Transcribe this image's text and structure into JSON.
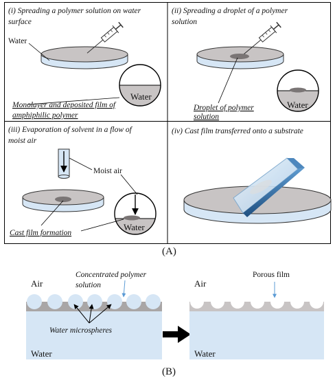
{
  "panel_a": {
    "panel_i": {
      "caption_line1": "(i) Spreading a polymer solution on water",
      "caption_line2": "surface",
      "water_label": "Water",
      "inset_label": "Water",
      "note_line1": "Monolayer and deposited film of",
      "note_line2": "amphiphilic polymer"
    },
    "panel_ii": {
      "caption_line1": "(ii) Spreading a droplet of a polymer",
      "caption_line2": "solution",
      "inset_label": "Water",
      "note_line1": "Droplet of polymer",
      "note_line2": "solution"
    },
    "panel_iii": {
      "caption_line1": "(iii) Evaporation of solvent in a flow of",
      "caption_line2": "moist air",
      "moist_air_label": "Moist air",
      "inset_label": "Water",
      "note": "Cast film formation"
    },
    "panel_iv": {
      "caption": "(iv) Cast film transferred onto a substrate"
    },
    "label": "(A)"
  },
  "panel_b": {
    "left": {
      "air_label": "Air",
      "polymer_label_line1": "Concentrated polymer",
      "polymer_label_line2": "solution",
      "microspheres_label": "Water microspheres",
      "water_label": "Water"
    },
    "right": {
      "air_label": "Air",
      "porous_label": "Porous film",
      "water_label": "Water"
    },
    "label": "(B)"
  },
  "colors": {
    "water_fill": "#d6e6f5",
    "film_fill": "#c8c4c4",
    "droplet_fill": "#7a7575",
    "substrate_blue": "#2f6fa8",
    "pointer_blue": "#5b9bd5"
  }
}
